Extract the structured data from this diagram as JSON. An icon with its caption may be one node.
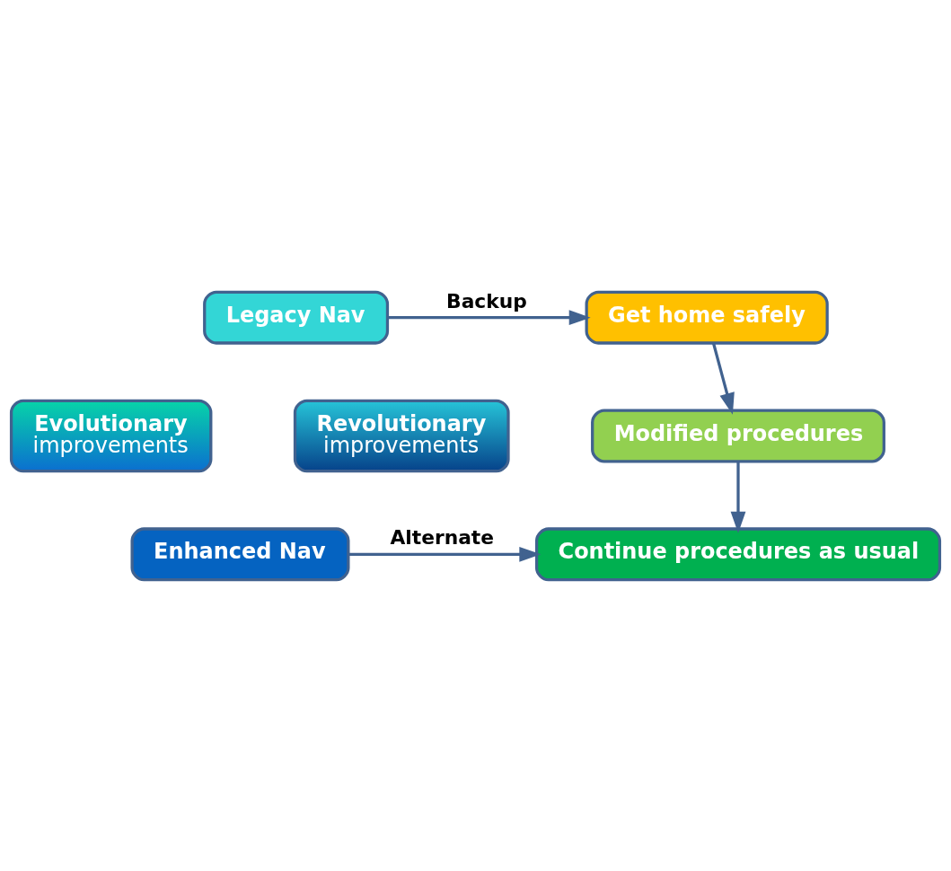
{
  "diagram": {
    "nodes": [
      {
        "text": [
          "Legacy Nav"
        ]
      },
      {
        "text": [
          "Get home safely"
        ]
      },
      {
        "text": [
          "Modified procedures"
        ]
      },
      {
        "text": [
          "Evolutionary",
          "improvements"
        ]
      },
      {
        "text": [
          "Revolutionary",
          "improvements"
        ]
      },
      {
        "text": [
          "Enhanced Nav"
        ]
      },
      {
        "text": [
          "Continue procedures as usual"
        ]
      }
    ],
    "edges": [
      {
        "from": 0,
        "to": 1,
        "arrow": "to",
        "label": "Backup"
      },
      {
        "from": 1,
        "to": 2,
        "arrow": "to"
      },
      {
        "from": 2,
        "to": 6,
        "arrow": "to"
      },
      {
        "from": 5,
        "to": 6,
        "arrow": "to",
        "label": "Alternate"
      }
    ]
  }
}
